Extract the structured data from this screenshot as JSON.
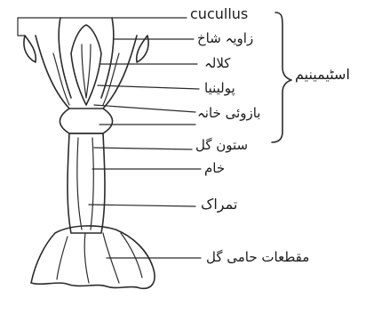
{
  "labels": {
    "cucullus": "cucullus",
    "zavia_shakh": "زاویہ شاخ",
    "kalala": "کلالہ",
    "poilinia": "پولینیا",
    "bazoi_khana": "بازوئی خانہ",
    "sutun_gul": "ستون گل",
    "kham": "خام",
    "tamrak": "تمراک",
    "qitaat_hami_gul": "مقطعات حامی گل",
    "group_label": "اسٹیمینیم"
  }
}
